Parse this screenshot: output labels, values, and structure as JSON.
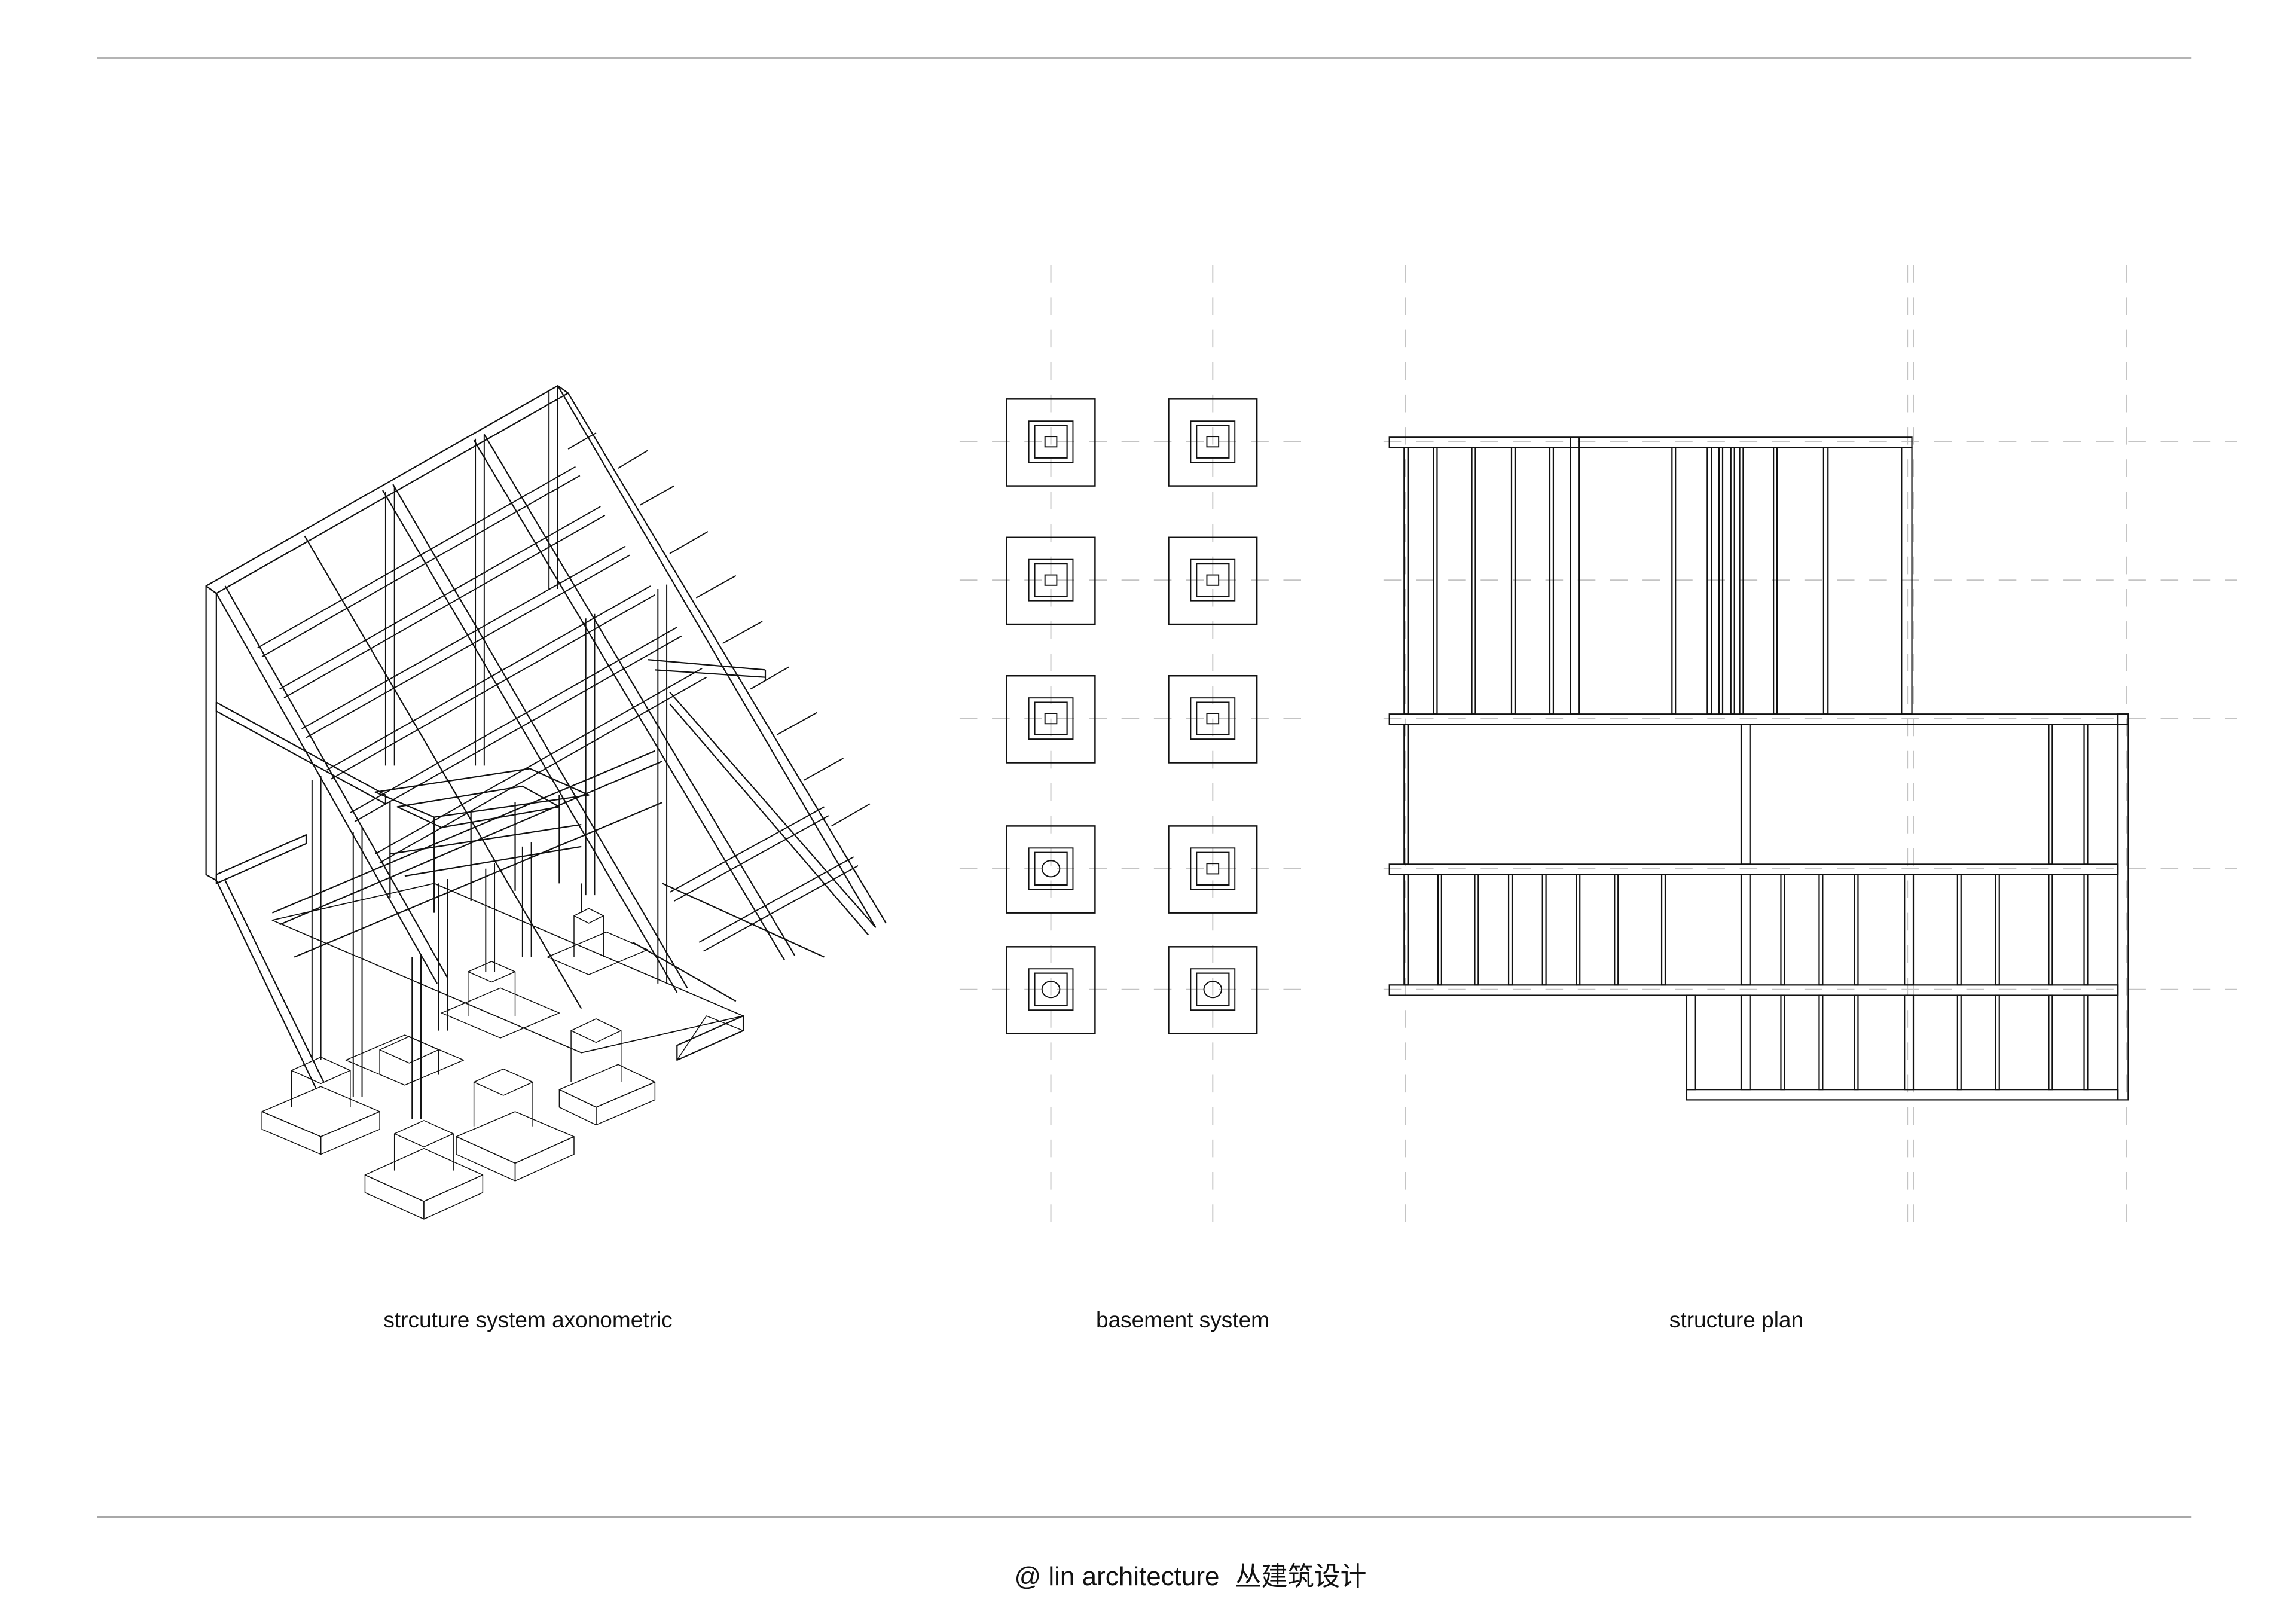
{
  "sheet": {
    "rule_color": "#b4b4b4",
    "line_color": "#111111",
    "grid_color": "#bdbdbd"
  },
  "panels": [
    {
      "id": "axonometric",
      "caption": "strcuture system axonometric"
    },
    {
      "id": "basement",
      "caption": "basement  system"
    },
    {
      "id": "plan",
      "caption": "structure plan"
    }
  ],
  "basement": {
    "columns": 2,
    "rows": 5,
    "footings": [
      {
        "row": 1,
        "col": 1,
        "core": "square"
      },
      {
        "row": 1,
        "col": 2,
        "core": "square"
      },
      {
        "row": 2,
        "col": 1,
        "core": "square"
      },
      {
        "row": 2,
        "col": 2,
        "core": "square"
      },
      {
        "row": 3,
        "col": 1,
        "core": "square"
      },
      {
        "row": 3,
        "col": 2,
        "core": "square"
      },
      {
        "row": 4,
        "col": 1,
        "core": "circle"
      },
      {
        "row": 4,
        "col": 2,
        "core": "square"
      },
      {
        "row": 5,
        "col": 1,
        "core": "circle"
      },
      {
        "row": 5,
        "col": 2,
        "core": "circle"
      }
    ]
  },
  "footer": {
    "credit": "@ lin architecture",
    "credit_cn": "丛建筑设计"
  }
}
